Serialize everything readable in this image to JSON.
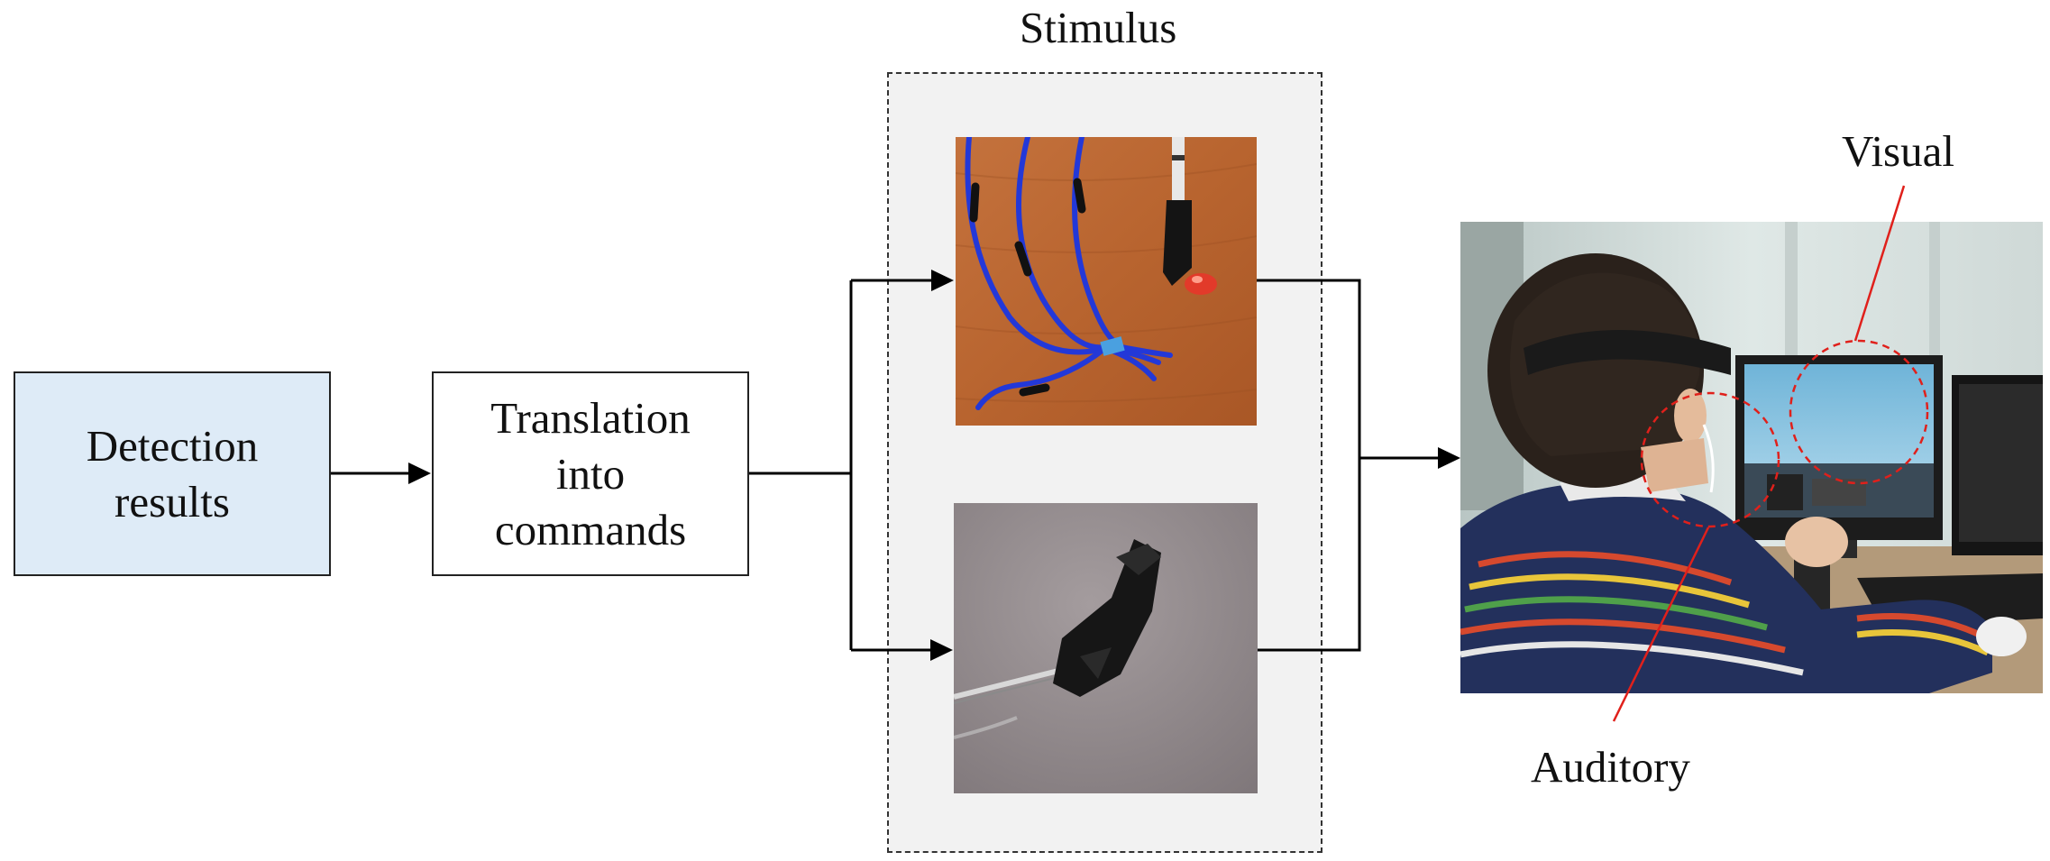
{
  "boxes": {
    "detection": {
      "line1": "Detection",
      "line2": "results",
      "fill": "#deebf7"
    },
    "translation": {
      "line1": "Translation",
      "line2": "into",
      "line3": "commands",
      "fill": "#ffffff"
    }
  },
  "stimulus_group": {
    "title": "Stimulus",
    "fill": "#f2f2f2"
  },
  "photos": {
    "led_stimulator": "led-stimulator-photo",
    "earphone_stimulator": "earphone-stimulator-photo",
    "subject_setup": "subject-at-flight-simulator-photo"
  },
  "annotations": {
    "visual": "Visual",
    "auditory": "Auditory",
    "color": "#e0201b"
  },
  "colors": {
    "line": "#000000",
    "box_border": "#222222"
  }
}
